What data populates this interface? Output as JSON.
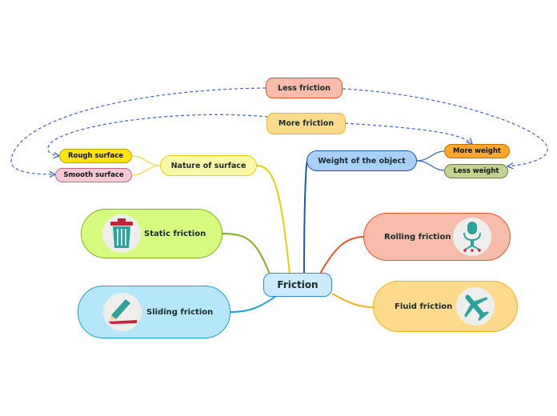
{
  "root": {
    "label": "Friction"
  },
  "nodes": {
    "static": {
      "label": "Static friction",
      "icon": "trash-can-icon"
    },
    "sliding": {
      "label": "Sliding friction",
      "icon": "pencil-icon"
    },
    "rolling": {
      "label": "Rolling friction",
      "icon": "office-chair-icon"
    },
    "fluid": {
      "label": "Fluid friction",
      "icon": "airplane-icon"
    },
    "nature": {
      "label": "Nature of surface"
    },
    "weight": {
      "label": "Weight of the object"
    },
    "rough": {
      "label": "Rough surface"
    },
    "smooth": {
      "label": "Smooth surface"
    },
    "more_weight": {
      "label": "More weight"
    },
    "less_weight": {
      "label": "Less weight"
    },
    "less_friction": {
      "label": "Less friction"
    },
    "more_friction": {
      "label": "More friction"
    }
  },
  "colors": {
    "static": "#d6fb7e",
    "sliding": "#b5e6fa",
    "rolling": "#f7bcaa",
    "fluid": "#fedb8c",
    "nature": "#fdf9a8",
    "weight": "#a9cffb",
    "root": "#c9ebfb",
    "rough": "#fde40c",
    "smooth": "#f9c8d6",
    "more_weight": "#fca828",
    "less_weight": "#c3d193",
    "less_friction": "#f7bcaa",
    "more_friction": "#fedb8c",
    "relation_arrows": "#3b63d6"
  }
}
